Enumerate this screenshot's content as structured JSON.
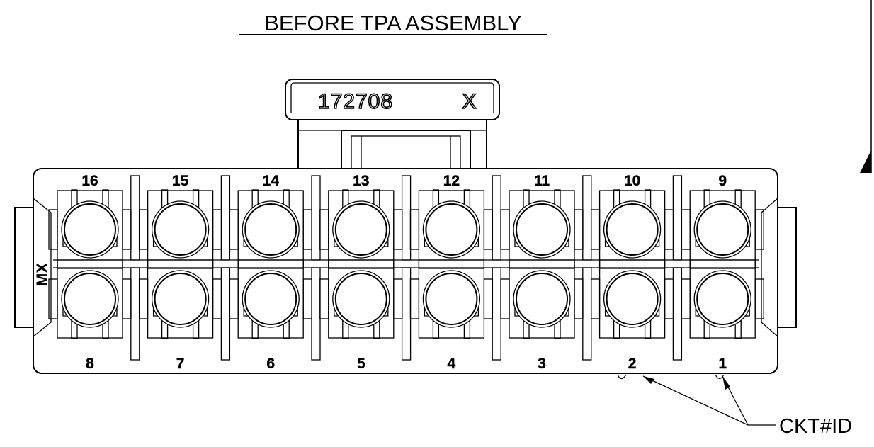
{
  "title": "BEFORE TPA ASSEMBLY",
  "part_number": "172708",
  "revision_mark": "X",
  "side_marking": "MX",
  "callout_label": "CKT#ID",
  "top_row_pins": [
    "16",
    "15",
    "14",
    "13",
    "12",
    "11",
    "10",
    "9"
  ],
  "bottom_row_pins": [
    "8",
    "7",
    "6",
    "5",
    "4",
    "3",
    "2",
    "1"
  ]
}
